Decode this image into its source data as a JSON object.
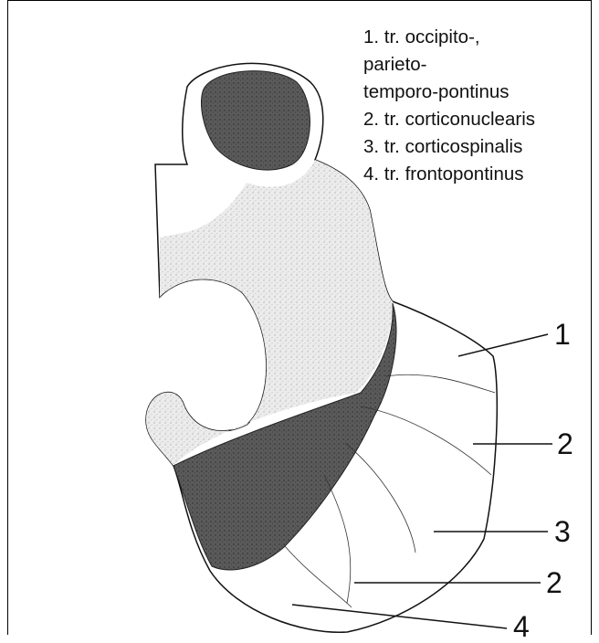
{
  "legend": {
    "lines": [
      "1. tr. occipito-,",
      "parieto-",
      "temporo-pontinus",
      "2. tr. corticonuclearis",
      "3. tr. corticospinalis",
      "4. tr. frontopontinus"
    ]
  },
  "labels": [
    "1",
    "2",
    "3",
    "2",
    "4"
  ],
  "colors": {
    "dark_region": "#565656",
    "stipple_region": "#e9e9e9",
    "outline": "#111111"
  }
}
